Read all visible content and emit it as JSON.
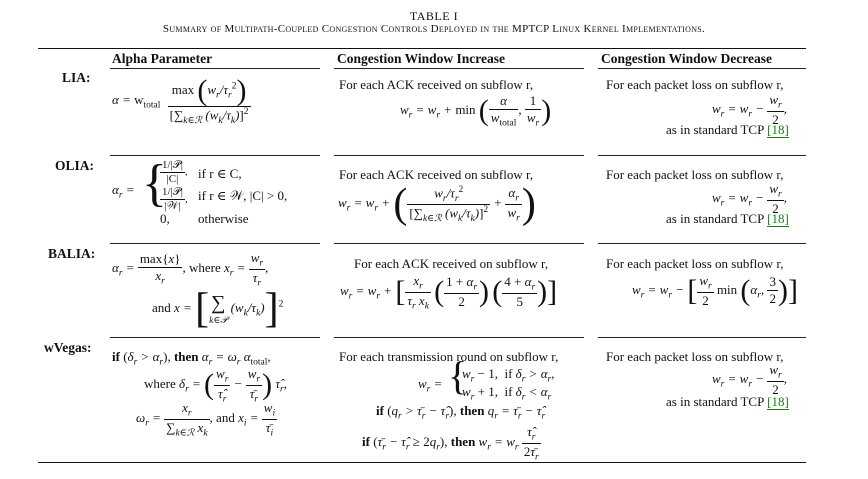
{
  "caption": {
    "table_number": "TABLE I",
    "title": "Summary of Multipath-Coupled Congestion Controls Deployed in the MPTCP Linux Kernel Implementations."
  },
  "columns": {
    "alpha": "Alpha Parameter",
    "increase": "Congestion Window Increase",
    "decrease": "Congestion Window Decrease"
  },
  "rows": {
    "lia": {
      "label": "LIA:",
      "increase_text": "For each ACK received on subflow r,",
      "decrease_text": "For each packet loss on subflow r,",
      "decrease_note": "as in standard TCP",
      "decrease_ref": "[18]"
    },
    "olia": {
      "label": "OLIA:",
      "case_if1": "if r ∈ C,",
      "case_if2": "if r ∈ 𝒲, |C| > 0,",
      "case_otherwise": "otherwise",
      "increase_text": "For each ACK received on subflow r,",
      "decrease_text": "For each packet loss on subflow r,",
      "decrease_note": "as in standard TCP",
      "decrease_ref": "[18]"
    },
    "balia": {
      "label": "BALIA:",
      "where": "where",
      "and": "and",
      "increase_text": "For each ACK received on subflow r,",
      "decrease_text": "For each packet loss on subflow r,"
    },
    "wvegas": {
      "label": "wVegas:",
      "if_kw": "if",
      "then_kw": "then",
      "where": "where",
      "and": "and",
      "increase_text": "For each transmission round on subflow r,",
      "decrease_text": "For each packet loss on subflow r,",
      "decrease_note": "as in standard TCP",
      "decrease_ref": "[18]"
    }
  }
}
